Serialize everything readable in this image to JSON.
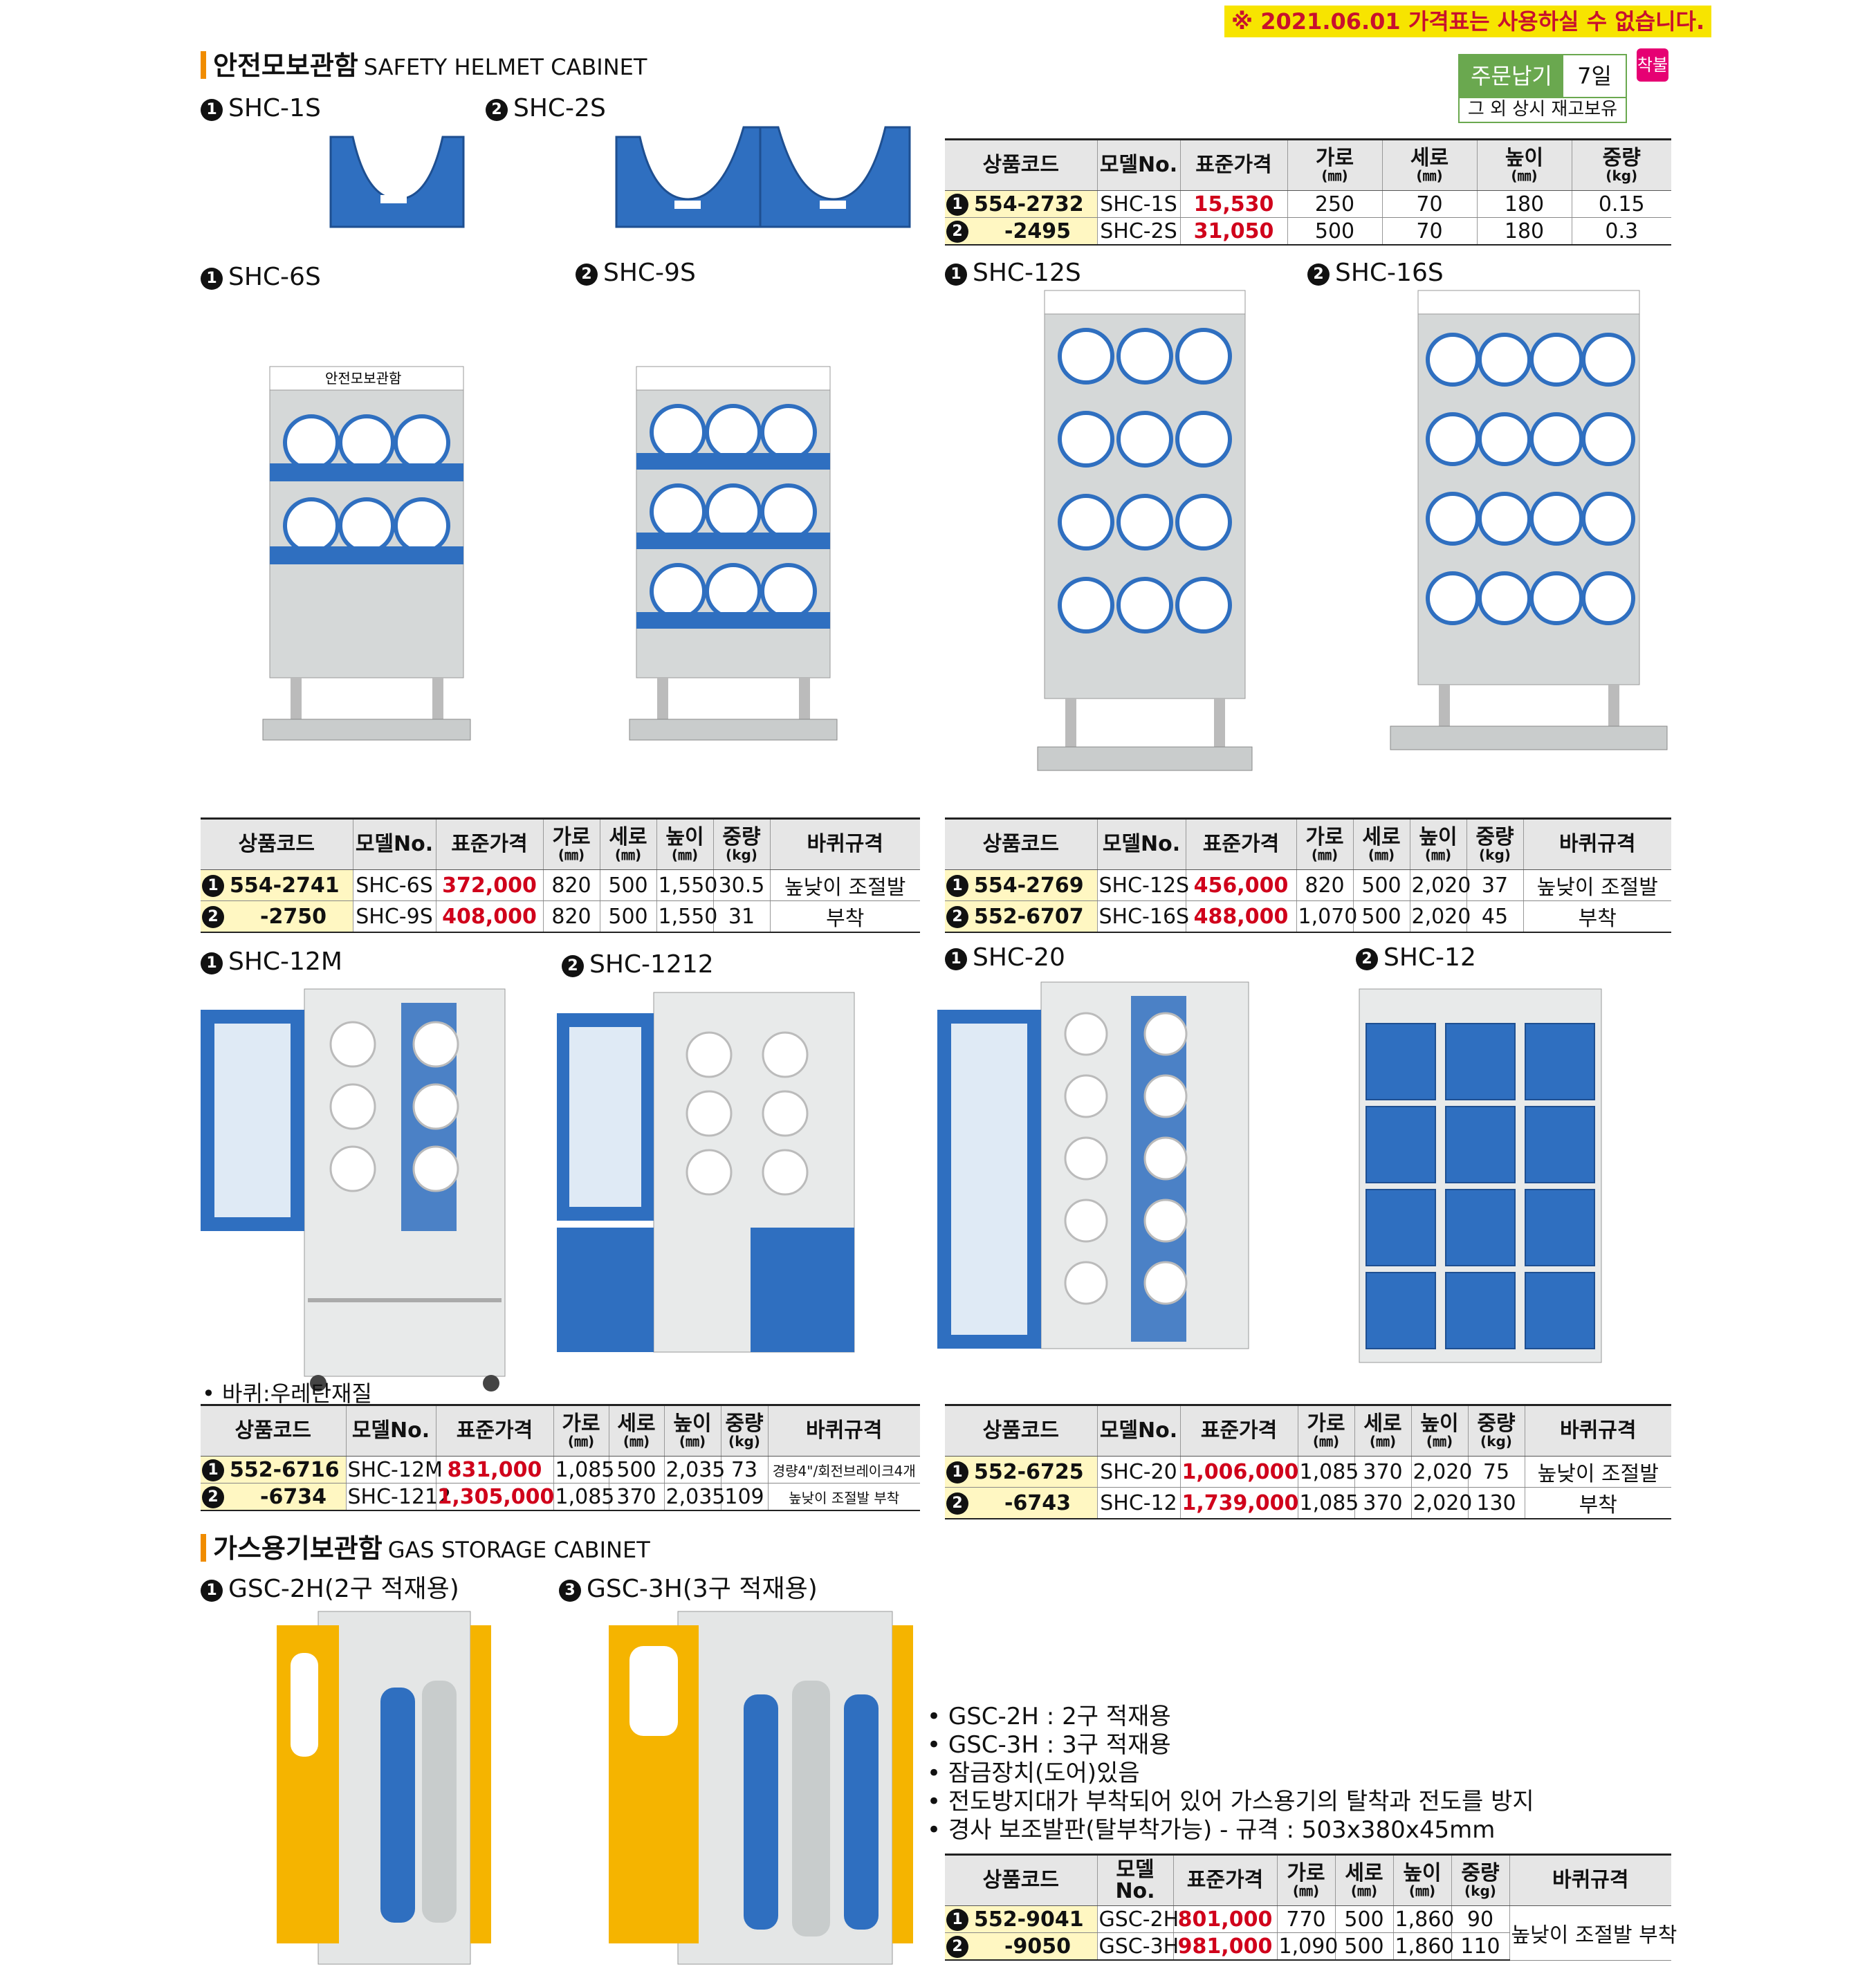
{
  "notice": "※ 2021.06.01 가격표는 사용하실 수 없습니다.",
  "order": {
    "label": "주문납기",
    "days": "7일",
    "stock": "그 외 상시 재고보유",
    "badge": "착불"
  },
  "sections": {
    "helmet": {
      "title": "안전모보관함",
      "title_en": "SAFETY HELMET CABINET"
    },
    "gas": {
      "title": "가스용기보관함",
      "title_en": "GAS STORAGE CABINET"
    }
  },
  "cabinet_sign": "안전모보관함",
  "product_labels": {
    "shc1s": {
      "num": "1",
      "name": "SHC-1S"
    },
    "shc2s": {
      "num": "2",
      "name": "SHC-2S"
    },
    "shc6s": {
      "num": "1",
      "name": "SHC-6S"
    },
    "shc9s": {
      "num": "2",
      "name": "SHC-9S"
    },
    "shc12s": {
      "num": "1",
      "name": "SHC-12S"
    },
    "shc16s": {
      "num": "2",
      "name": "SHC-16S"
    },
    "shc12m": {
      "num": "1",
      "name": "SHC-12M"
    },
    "shc1212": {
      "num": "2",
      "name": "SHC-1212"
    },
    "shc20": {
      "num": "1",
      "name": "SHC-20"
    },
    "shc12": {
      "num": "2",
      "name": "SHC-12"
    },
    "gsc2h": {
      "num": "1",
      "name": "GSC-2H(2구 적재용)"
    },
    "gsc3h": {
      "num": "3",
      "name": "GSC-3H(3구 적재용)"
    }
  },
  "headers": {
    "code": "상품코드",
    "model": "모델No.",
    "price": "표준가격",
    "width": "가로",
    "depth": "세로",
    "height": "높이",
    "weight": "중량",
    "mm": "(㎜)",
    "kg": "(kg)",
    "wheel": "바퀴규격"
  },
  "tables": {
    "t1": [
      {
        "num": "1",
        "code": "554-2732",
        "model": "SHC-1S",
        "price": "15,530",
        "w": "250",
        "d": "70",
        "h": "180",
        "kg": "0.15"
      },
      {
        "num": "2",
        "code": "-2495",
        "model": "SHC-2S",
        "price": "31,050",
        "w": "500",
        "d": "70",
        "h": "180",
        "kg": "0.3"
      }
    ],
    "t2": [
      {
        "num": "1",
        "code": "554-2741",
        "model": "SHC-6S",
        "price": "372,000",
        "w": "820",
        "d": "500",
        "h": "1,550",
        "kg": "30.5",
        "wheel": "높낮이 조절발"
      },
      {
        "num": "2",
        "code": "-2750",
        "model": "SHC-9S",
        "price": "408,000",
        "w": "820",
        "d": "500",
        "h": "1,550",
        "kg": "31",
        "wheel": "부착"
      }
    ],
    "t3": [
      {
        "num": "1",
        "code": "554-2769",
        "model": "SHC-12S",
        "price": "456,000",
        "w": "820",
        "d": "500",
        "h": "2,020",
        "kg": "37",
        "wheel": "높낮이 조절발"
      },
      {
        "num": "2",
        "code": "552-6707",
        "model": "SHC-16S",
        "price": "488,000",
        "w": "1,070",
        "d": "500",
        "h": "2,020",
        "kg": "45",
        "wheel": "부착"
      }
    ],
    "t4": [
      {
        "num": "1",
        "code": "552-6716",
        "model": "SHC-12M",
        "price": "831,000",
        "w": "1,085",
        "d": "500",
        "h": "2,035",
        "kg": "73",
        "wheel": "경량4\"/회전브레이크4개"
      },
      {
        "num": "2",
        "code": "-6734",
        "model": "SHC-1212",
        "price": "1,305,000",
        "w": "1,085",
        "d": "370",
        "h": "2,035",
        "kg": "109",
        "wheel": "높낮이 조절발 부착"
      }
    ],
    "t5": [
      {
        "num": "1",
        "code": "552-6725",
        "model": "SHC-20",
        "price": "1,006,000",
        "w": "1,085",
        "d": "370",
        "h": "2,020",
        "kg": "75",
        "wheel": "높낮이 조절발"
      },
      {
        "num": "2",
        "code": "-6743",
        "model": "SHC-12",
        "price": "1,739,000",
        "w": "1,085",
        "d": "370",
        "h": "2,020",
        "kg": "130",
        "wheel": "부착"
      }
    ],
    "t6": [
      {
        "num": "1",
        "code": "552-9041",
        "model": "GSC-2H",
        "price": "801,000",
        "w": "770",
        "d": "500",
        "h": "1,860",
        "kg": "90",
        "wheel": "높낮이 조절발 부착"
      },
      {
        "num": "2",
        "code": "-9050",
        "model": "GSC-3H",
        "price": "981,000",
        "w": "1,090",
        "d": "500",
        "h": "1,860",
        "kg": "110",
        "wheel": ""
      }
    ]
  },
  "wheel_note": "• 바퀴:우레탄재질",
  "gas_notes": [
    "• GSC-2H : 2구 적재용",
    "• GSC-3H : 3구 적재용",
    "• 잠금장치(도어)있음",
    "• 전도방지대가 부착되어 있어 가스용기의 탈착과 전도를 방지",
    "• 경사 보조발판(탈부착가능) - 규격 : 503x380x45mm"
  ],
  "colors": {
    "blue": "#2f6fc0",
    "frame": "#d5d8d8",
    "yellow": "#f5b400",
    "price": "#d0021b",
    "notice_bg": "#f7e400"
  }
}
